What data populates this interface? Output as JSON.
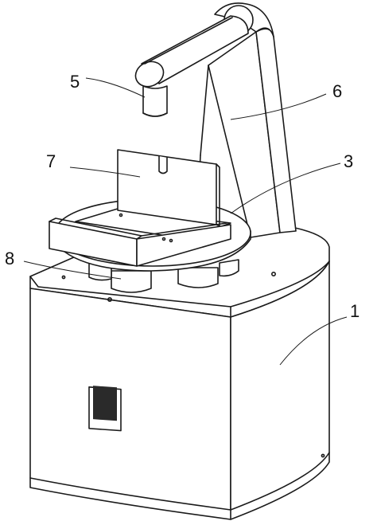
{
  "labels": {
    "l1": "1",
    "l3": "3",
    "l5": "5",
    "l6": "6",
    "l7": "7",
    "l8": "8"
  }
}
